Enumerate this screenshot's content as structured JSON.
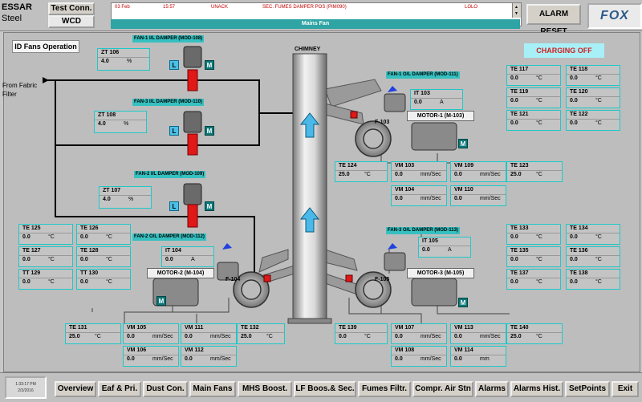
{
  "header": {
    "brand_line1": "ESSAR",
    "brand_line2": "Steel",
    "test_conn_label": "Test Conn.",
    "wcd_label": "WCD",
    "alarm": {
      "date": "03 Feb",
      "time": "15:57",
      "status": "UNACK",
      "message": "SEC. FUMES DAMPER POS (PIM090)",
      "level": "LOLO"
    },
    "mains_fan_title": "Mains Fan",
    "alarm_reset_label": "ALARM RESET",
    "fox_logo": "FOX"
  },
  "main": {
    "id_fans_label": "ID Fans Operation",
    "charging_status": "CHARGING OFF",
    "chimney_label": "CHIMNEY",
    "from_fabric_filter": "From Fabric Filter",
    "dampers": {
      "fan1_il": "FAN-1 I/L DAMPER (MOD-108)",
      "fan3_il": "FAN-3 I/L DAMPER (MOD-110)",
      "fan2_il": "FAN-2 I/L DAMPER (MOD-109)",
      "fan1_ol": "FAN-1 O/L DAMPER (MOD-111)",
      "fan2_ol": "FAN-2 O/L DAMPER (MOD-112)",
      "fan3_ol": "FAN-3 O/L DAMPER (MOD-113)"
    },
    "lm": {
      "l": "L",
      "m": "M"
    },
    "fans": {
      "f103": "F-103",
      "f104": "F-104",
      "f105": "F-105"
    },
    "motors": {
      "m103": "MOTOR-1 (M-103)",
      "m104": "MOTOR-2 (M-104)",
      "m105": "MOTOR-3 (M-105)"
    },
    "units": {
      "pct": "%",
      "degc": "°C",
      "amp": "A",
      "mms": "mm/Sec",
      "mm": "mm"
    },
    "zt106": {
      "tag": "ZT 106",
      "value": "4.0"
    },
    "zt108": {
      "tag": "ZT 108",
      "value": "4.0"
    },
    "zt107": {
      "tag": "ZT 107",
      "value": "4.0"
    },
    "it103": {
      "tag": "IT 103",
      "value": "0.0"
    },
    "it104": {
      "tag": "IT 104",
      "value": "0.0"
    },
    "it105": {
      "tag": "IT 105",
      "value": "0.0"
    },
    "te117": {
      "tag": "TE 117",
      "value": "0.0"
    },
    "te118": {
      "tag": "TE 118",
      "value": "0.0"
    },
    "te119": {
      "tag": "TE 119",
      "value": "0.0"
    },
    "te120": {
      "tag": "TE 120",
      "value": "0.0"
    },
    "te121": {
      "tag": "TE 121",
      "value": "0.0"
    },
    "te122": {
      "tag": "TE 122",
      "value": "0.0"
    },
    "te124": {
      "tag": "TE 124",
      "value": "25.0"
    },
    "vm103": {
      "tag": "VM 103",
      "value": "0.0"
    },
    "vm109": {
      "tag": "VM 109",
      "value": "0.0"
    },
    "te123": {
      "tag": "TE 123",
      "value": "25.0"
    },
    "vm104": {
      "tag": "VM 104",
      "value": "0.0"
    },
    "vm110": {
      "tag": "VM 110",
      "value": "0.0"
    },
    "te125": {
      "tag": "TE 125",
      "value": "0.0"
    },
    "te126": {
      "tag": "TE 126",
      "value": "0.0"
    },
    "te127": {
      "tag": "TE 127",
      "value": "0.0"
    },
    "te128": {
      "tag": "TE 128",
      "value": "0.0"
    },
    "tt129": {
      "tag": "TT 129",
      "value": "0.0"
    },
    "tt130": {
      "tag": "TT 130",
      "value": "0.0"
    },
    "te133": {
      "tag": "TE 133",
      "value": "0.0"
    },
    "te134": {
      "tag": "TE 134",
      "value": "0.0"
    },
    "te135": {
      "tag": "TE 135",
      "value": "0.0"
    },
    "te136": {
      "tag": "TE 136",
      "value": "0.0"
    },
    "te137": {
      "tag": "TE 137",
      "value": "0.0"
    },
    "te138": {
      "tag": "TE 138",
      "value": "0.0"
    },
    "te131": {
      "tag": "TE 131",
      "value": "25.0"
    },
    "vm105": {
      "tag": "VM 105",
      "value": "0.0"
    },
    "vm111": {
      "tag": "VM 111",
      "value": "0.0"
    },
    "te132": {
      "tag": "TE 132",
      "value": "25.0"
    },
    "vm106": {
      "tag": "VM 106",
      "value": "0.0"
    },
    "vm112": {
      "tag": "VM 112",
      "value": "0.0"
    },
    "te139": {
      "tag": "TE 139",
      "value": "0.0"
    },
    "vm107": {
      "tag": "VM 107",
      "value": "0.0"
    },
    "vm113": {
      "tag": "VM 113",
      "value": "0.0"
    },
    "te140": {
      "tag": "TE 140",
      "value": "25.0"
    },
    "vm108": {
      "tag": "VM 108",
      "value": "0.0"
    },
    "vm114": {
      "tag": "VM 114",
      "value": "0.0"
    }
  },
  "footer": {
    "clock_time": "1:33:17 PM",
    "clock_date": "2/3/2016",
    "nav": [
      "Overview",
      "Eaf & Pri.",
      "Dust Con.",
      "Main Fans",
      "MHS Boost.",
      "LF Boos.& Sec.",
      "Fumes Filtr.",
      "Compr. Air Stn",
      "Alarms",
      "Alarms Hist.",
      "SetPoints",
      "Exit"
    ]
  },
  "colors": {
    "accent_cyan": "#36c0c0",
    "damper_red": "#e01818",
    "motor_teal": "#0a7878",
    "charging_text": "#d02020"
  }
}
